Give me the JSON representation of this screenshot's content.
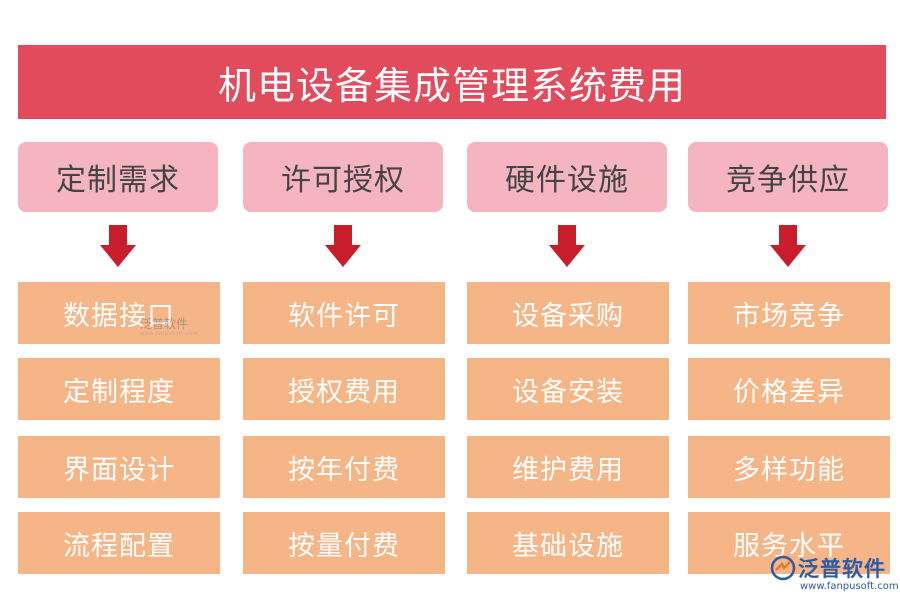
{
  "title": "机电设备集成管理系统费用",
  "colors": {
    "title_bg": "#e14b5b",
    "header_bg": "#f4b5c0",
    "item_bg": "#f5b586",
    "arrow": "#c81e2b"
  },
  "columns": [
    {
      "header": "定制需求",
      "items": [
        "数据接口",
        "定制程度",
        "界面设计",
        "流程配置"
      ]
    },
    {
      "header": "许可授权",
      "items": [
        "软件许可",
        "授权费用",
        "按年付费",
        "按量付费"
      ]
    },
    {
      "header": "硬件设施",
      "items": [
        "设备采购",
        "设备安装",
        "维护费用",
        "基础设施"
      ]
    },
    {
      "header": "竞争供应",
      "items": [
        "市场竞争",
        "价格差异",
        "多样功能",
        "服务水平"
      ]
    }
  ],
  "watermark": {
    "name": "泛普软件",
    "url": "www.fanpusoft.com"
  }
}
